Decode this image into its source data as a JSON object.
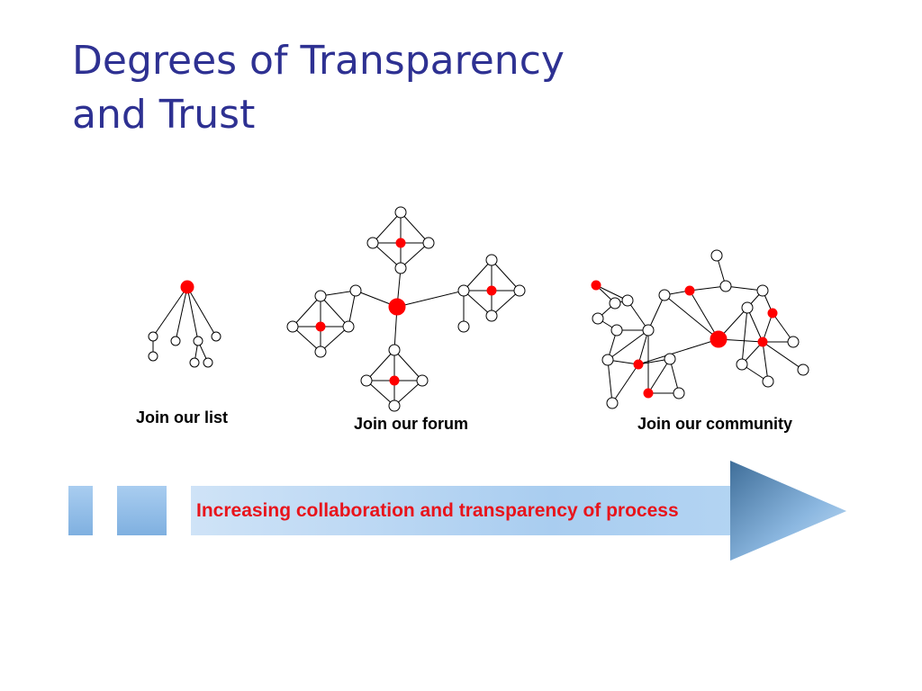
{
  "slide": {
    "title_line1": "Degrees of Transparency",
    "title_line2": "and Trust"
  },
  "stages": [
    {
      "label": "Join our list"
    },
    {
      "label": "Join our forum"
    },
    {
      "label": "Join our community"
    }
  ],
  "progression": {
    "text": "Increasing collaboration and transparency of process"
  },
  "colors": {
    "title": "#2e3192",
    "hub_node": "#ff0000",
    "plain_node": "#ffffff",
    "arrow_text": "#e8141b",
    "arrow_fill_light": "#cfe3f7",
    "arrow_fill_dark": "#3f6e99"
  }
}
